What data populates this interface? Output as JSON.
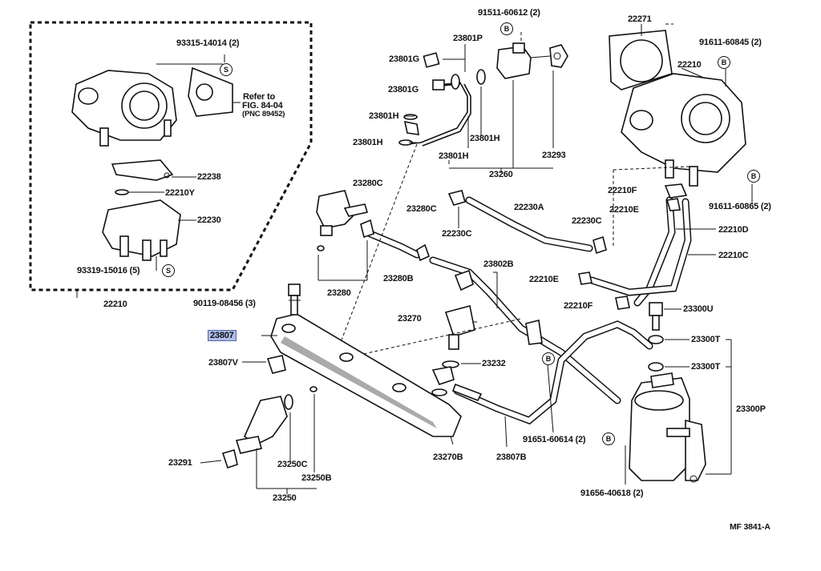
{
  "parts": {
    "p_93315": "93315-14014 (2)",
    "p_refer1": "Refer to",
    "p_refer2": "FIG. 84-04",
    "p_refer3": "(PNC 89452)",
    "p_22238": "22238",
    "p_22210Y": "22210Y",
    "p_22230": "22230",
    "p_93319": "93319-15016 (5)",
    "p_22210_box": "22210",
    "p_23801G_a": "23801G",
    "p_23801G_b": "23801G",
    "p_23801P": "23801P",
    "p_91511": "91511-60612 (2)",
    "p_23801H_a": "23801H",
    "p_23801H_b": "23801H",
    "p_23801H_c": "23801H",
    "p_23801H_d": "23801H",
    "p_23293": "23293",
    "p_23260": "23260",
    "p_22271": "22271",
    "p_91611_a": "91611-60845 (2)",
    "p_22210_top": "22210",
    "p_23280C_a": "23280C",
    "p_23280C_b": "23280C",
    "p_22230A": "22230A",
    "p_22230C_a": "22230C",
    "p_22230C_b": "22230C",
    "p_23280B": "23280B",
    "p_23280": "23280",
    "p_22210F_a": "22210F",
    "p_91611_b": "91611-60865 (2)",
    "p_22210E_a": "22210E",
    "p_22210D": "22210D",
    "p_22210C": "22210C",
    "p_22210E_b": "22210E",
    "p_22210F_b": "22210F",
    "p_23802B": "23802B",
    "p_90119": "90119-08456 (3)",
    "p_23807": "23807",
    "p_23270": "23270",
    "p_23300U": "23300U",
    "p_23300T_a": "23300T",
    "p_23300T_b": "23300T",
    "p_23807V": "23807V",
    "p_23232": "23232",
    "p_23300P": "23300P",
    "p_23291": "23291",
    "p_23250C": "23250C",
    "p_23250B": "23250B",
    "p_23250": "23250",
    "p_23270B": "23270B",
    "p_23807B": "23807B",
    "p_91651": "91651-60614 (2)",
    "p_91656": "91656-40618 (2)",
    "p_mf": "MF 3841-A"
  },
  "badges": {
    "s": "S",
    "b": "B"
  },
  "selected_part": "23807"
}
